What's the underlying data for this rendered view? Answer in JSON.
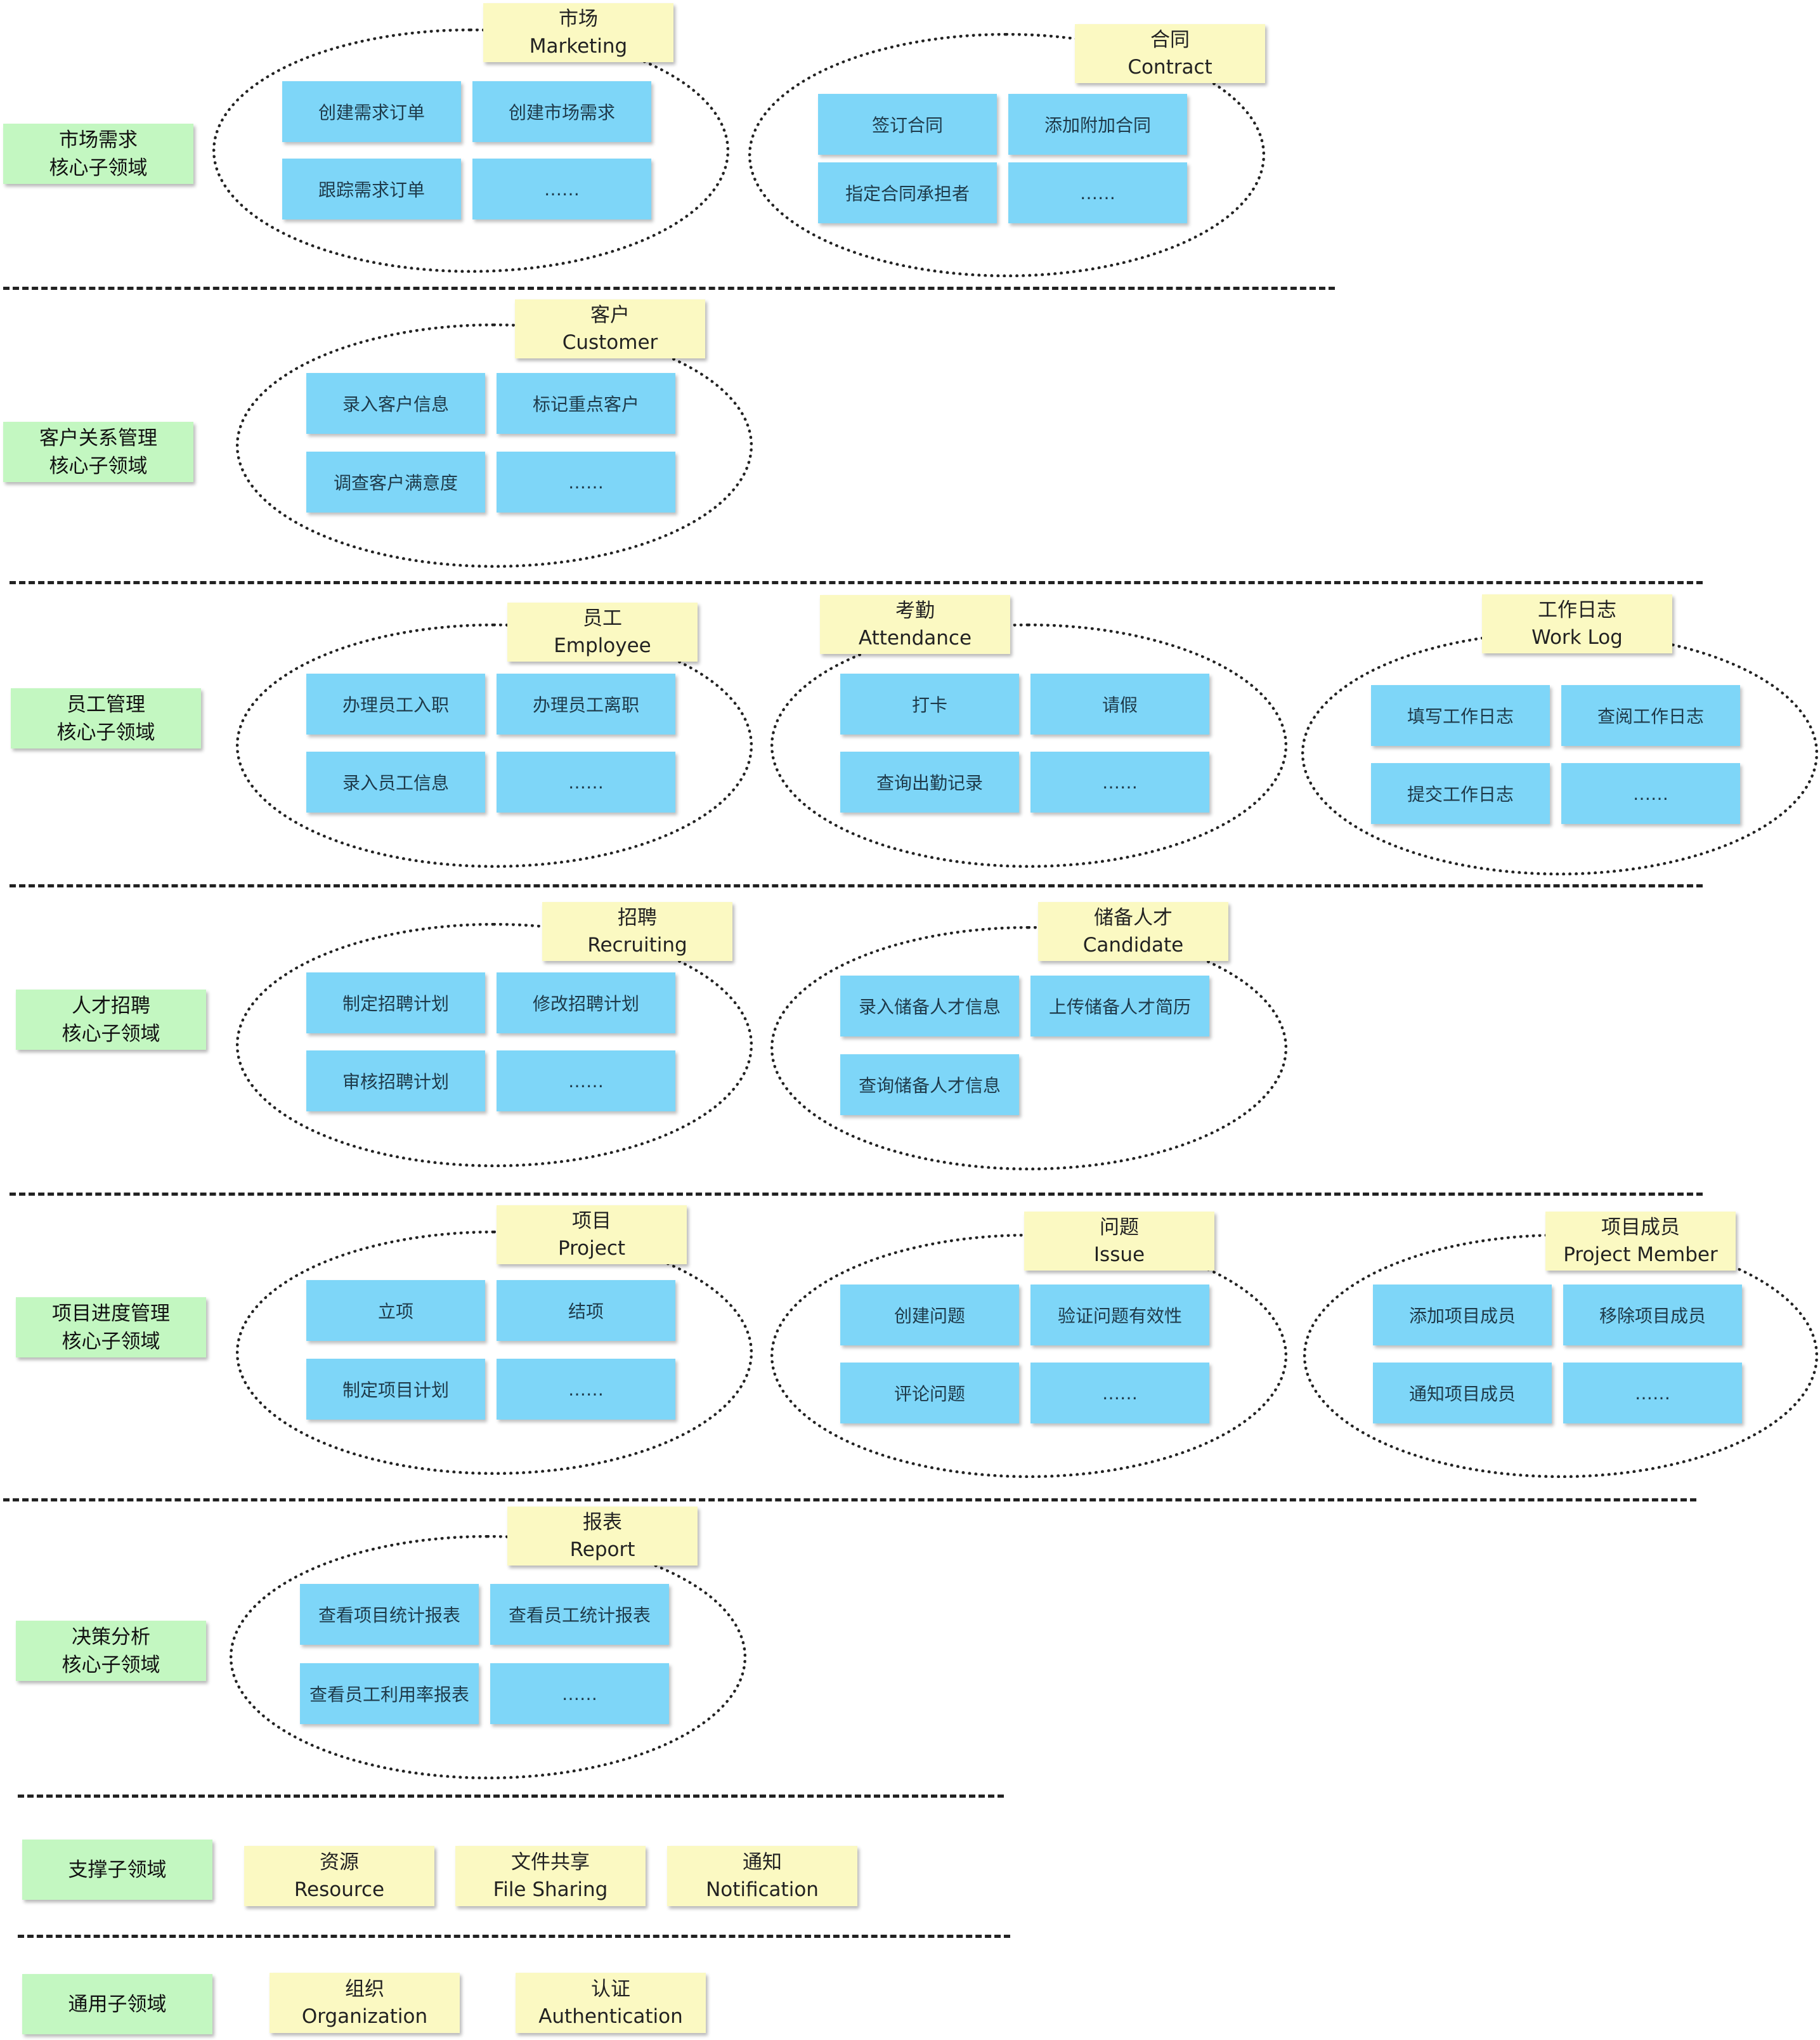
{
  "domains": [
    {
      "id": "market",
      "line1": "市场需求",
      "line2": "核心子领域"
    },
    {
      "id": "customer",
      "line1": "客户关系管理",
      "line2": "核心子领域"
    },
    {
      "id": "employee",
      "line1": "员工管理",
      "line2": "核心子领域"
    },
    {
      "id": "recruit",
      "line1": "人才招聘",
      "line2": "核心子领域"
    },
    {
      "id": "project",
      "line1": "项目进度管理",
      "line2": "核心子领域"
    },
    {
      "id": "decision",
      "line1": "决策分析",
      "line2": "核心子领域"
    },
    {
      "id": "support",
      "line1": "支撑子领域",
      "line2": ""
    },
    {
      "id": "generic",
      "line1": "通用子领域",
      "line2": ""
    }
  ],
  "contexts": [
    {
      "id": "marketing",
      "cn": "市场",
      "en": "Marketing",
      "commands": [
        "创建需求订单",
        "创建市场需求",
        "跟踪需求订单",
        "……"
      ]
    },
    {
      "id": "contract",
      "cn": "合同",
      "en": "Contract",
      "commands": [
        "签订合同",
        "添加附加合同",
        "指定合同承担者",
        "……"
      ]
    },
    {
      "id": "customer",
      "cn": "客户",
      "en": "Customer",
      "commands": [
        "录入客户信息",
        "标记重点客户",
        "调查客户满意度",
        "……"
      ]
    },
    {
      "id": "employee",
      "cn": "员工",
      "en": "Employee",
      "commands": [
        "办理员工入职",
        "办理员工离职",
        "录入员工信息",
        "……"
      ]
    },
    {
      "id": "attendance",
      "cn": "考勤",
      "en": "Attendance",
      "commands": [
        "打卡",
        "请假",
        "查询出勤记录",
        "……"
      ]
    },
    {
      "id": "worklog",
      "cn": "工作日志",
      "en": "Work Log",
      "commands": [
        "填写工作日志",
        "查阅工作日志",
        "提交工作日志",
        "……"
      ]
    },
    {
      "id": "recruiting",
      "cn": "招聘",
      "en": "Recruiting",
      "commands": [
        "制定招聘计划",
        "修改招聘计划",
        "审核招聘计划",
        "……"
      ]
    },
    {
      "id": "candidate",
      "cn": "储备人才",
      "en": "Candidate",
      "commands": [
        "录入储备人才信息",
        "上传储备人才简历",
        "查询储备人才信息"
      ]
    },
    {
      "id": "project",
      "cn": "项目",
      "en": "Project",
      "commands": [
        "立项",
        "结项",
        "制定项目计划",
        "……"
      ]
    },
    {
      "id": "issue",
      "cn": "问题",
      "en": "Issue",
      "commands": [
        "创建问题",
        "验证问题有效性",
        "评论问题",
        "……"
      ]
    },
    {
      "id": "member",
      "cn": "项目成员",
      "en": "Project Member",
      "commands": [
        "添加项目成员",
        "移除项目成员",
        "通知项目成员",
        "……"
      ]
    },
    {
      "id": "report",
      "cn": "报表",
      "en": "Report",
      "commands": [
        "查看项目统计报表",
        "查看员工统计报表",
        "查看员工利用率报表",
        "……"
      ]
    }
  ],
  "support_contexts": [
    {
      "cn": "资源",
      "en": "Resource"
    },
    {
      "cn": "文件共享",
      "en": "File Sharing"
    },
    {
      "cn": "通知",
      "en": "Notification"
    }
  ],
  "generic_contexts": [
    {
      "cn": "组织",
      "en": "Organization"
    },
    {
      "cn": "认证",
      "en": "Authentication"
    }
  ],
  "colors": {
    "subdomain": "#c3f7c1",
    "bounded_context": "#fbf9c2",
    "command": "#7ed6f8"
  }
}
